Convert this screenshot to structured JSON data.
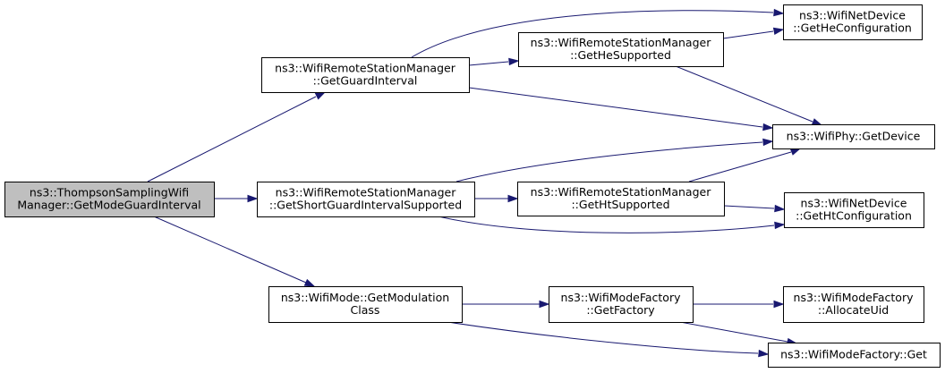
{
  "graph": {
    "colors": {
      "edge": "#191970",
      "node_fill": "#ffffff",
      "root_fill": "#bfbfbf",
      "border": "#000000",
      "text": "#000000"
    },
    "nodes": [
      {
        "id": "root",
        "name": "node-thompson-get-mode-guard-interval",
        "lines": [
          "ns3::ThompsonSamplingWifi",
          "Manager::GetModeGuardInterval"
        ],
        "root": true
      },
      {
        "id": "ggi",
        "name": "node-get-guard-interval",
        "lines": [
          "ns3::WifiRemoteStationManager",
          "::GetGuardInterval"
        ]
      },
      {
        "id": "gsgi",
        "name": "node-get-short-guard-interval-supported",
        "lines": [
          "ns3::WifiRemoteStationManager",
          "::GetShortGuardIntervalSupported"
        ]
      },
      {
        "id": "gmc",
        "name": "node-get-modulation-class",
        "lines": [
          "ns3::WifiMode::GetModulation",
          "Class"
        ]
      },
      {
        "id": "ghes",
        "name": "node-get-he-supported",
        "lines": [
          "ns3::WifiRemoteStationManager",
          "::GetHeSupported"
        ]
      },
      {
        "id": "ghts",
        "name": "node-get-ht-supported",
        "lines": [
          "ns3::WifiRemoteStationManager",
          "::GetHtSupported"
        ]
      },
      {
        "id": "gfac",
        "name": "node-get-factory",
        "lines": [
          "ns3::WifiModeFactory",
          "::GetFactory"
        ]
      },
      {
        "id": "ghec",
        "name": "node-get-he-configuration",
        "lines": [
          "ns3::WifiNetDevice",
          "::GetHeConfiguration"
        ]
      },
      {
        "id": "gdev",
        "name": "node-get-device",
        "lines": [
          "ns3::WifiPhy::GetDevice"
        ]
      },
      {
        "id": "ghtc",
        "name": "node-get-ht-configuration",
        "lines": [
          "ns3::WifiNetDevice",
          "::GetHtConfiguration"
        ]
      },
      {
        "id": "auid",
        "name": "node-allocate-uid",
        "lines": [
          "ns3::WifiModeFactory",
          "::AllocateUid"
        ]
      },
      {
        "id": "get",
        "name": "node-factory-get",
        "lines": [
          "ns3::WifiModeFactory::Get"
        ]
      }
    ],
    "edges": [
      {
        "from": "root",
        "to": "ggi"
      },
      {
        "from": "root",
        "to": "gsgi"
      },
      {
        "from": "root",
        "to": "gmc"
      },
      {
        "from": "ggi",
        "to": "ghec"
      },
      {
        "from": "ggi",
        "to": "ghes"
      },
      {
        "from": "ggi",
        "to": "gdev"
      },
      {
        "from": "ghes",
        "to": "ghec"
      },
      {
        "from": "ghes",
        "to": "gdev"
      },
      {
        "from": "gsgi",
        "to": "gdev"
      },
      {
        "from": "gsgi",
        "to": "ghts"
      },
      {
        "from": "gsgi",
        "to": "ghtc"
      },
      {
        "from": "ghts",
        "to": "gdev"
      },
      {
        "from": "ghts",
        "to": "ghtc"
      },
      {
        "from": "gmc",
        "to": "gfac"
      },
      {
        "from": "gmc",
        "to": "get"
      },
      {
        "from": "gfac",
        "to": "auid"
      },
      {
        "from": "gfac",
        "to": "get"
      }
    ]
  }
}
